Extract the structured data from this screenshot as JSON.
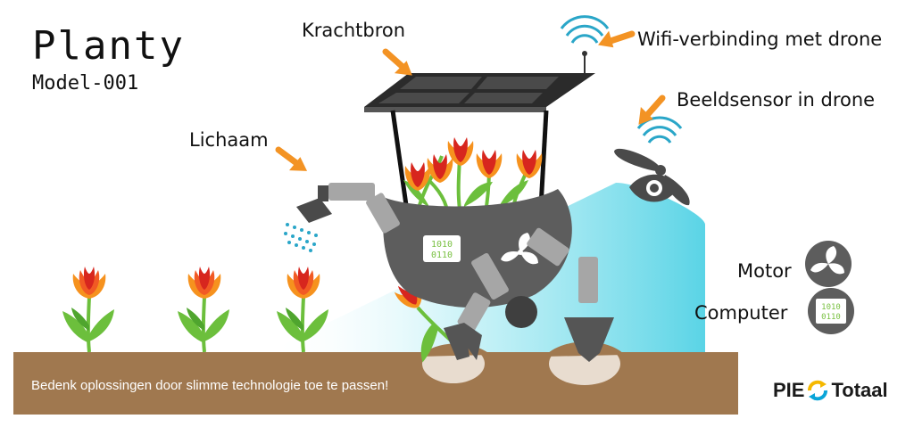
{
  "header": {
    "title": "Planty",
    "model": "Model-001"
  },
  "labels": {
    "power_source": "Krachtbron",
    "wifi": "Wifi-verbinding met drone",
    "image_sensor": "Beeldsensor in drone",
    "body": "Lichaam",
    "motor": "Motor",
    "computer": "Computer"
  },
  "chip_text": {
    "line1": "1010",
    "line2": "0110"
  },
  "footer": {
    "tagline": "Bedenk oplossingen door slimme technologie toe te passen!"
  },
  "logo": {
    "left": "PIE",
    "right": "Totaal"
  },
  "colors": {
    "soil": "#a0784f",
    "robot_body": "#5d5d5d",
    "limb": "#a6a6a6",
    "arrow": "#f39324",
    "light_beam": "#5ad4e6",
    "stem": "#6cbf3c",
    "petal_orange": "#f6921e",
    "petal_red": "#d7261e",
    "chip_green": "#7ac143",
    "logo_yellow": "#f5b800",
    "logo_blue": "#0aa5d8"
  }
}
